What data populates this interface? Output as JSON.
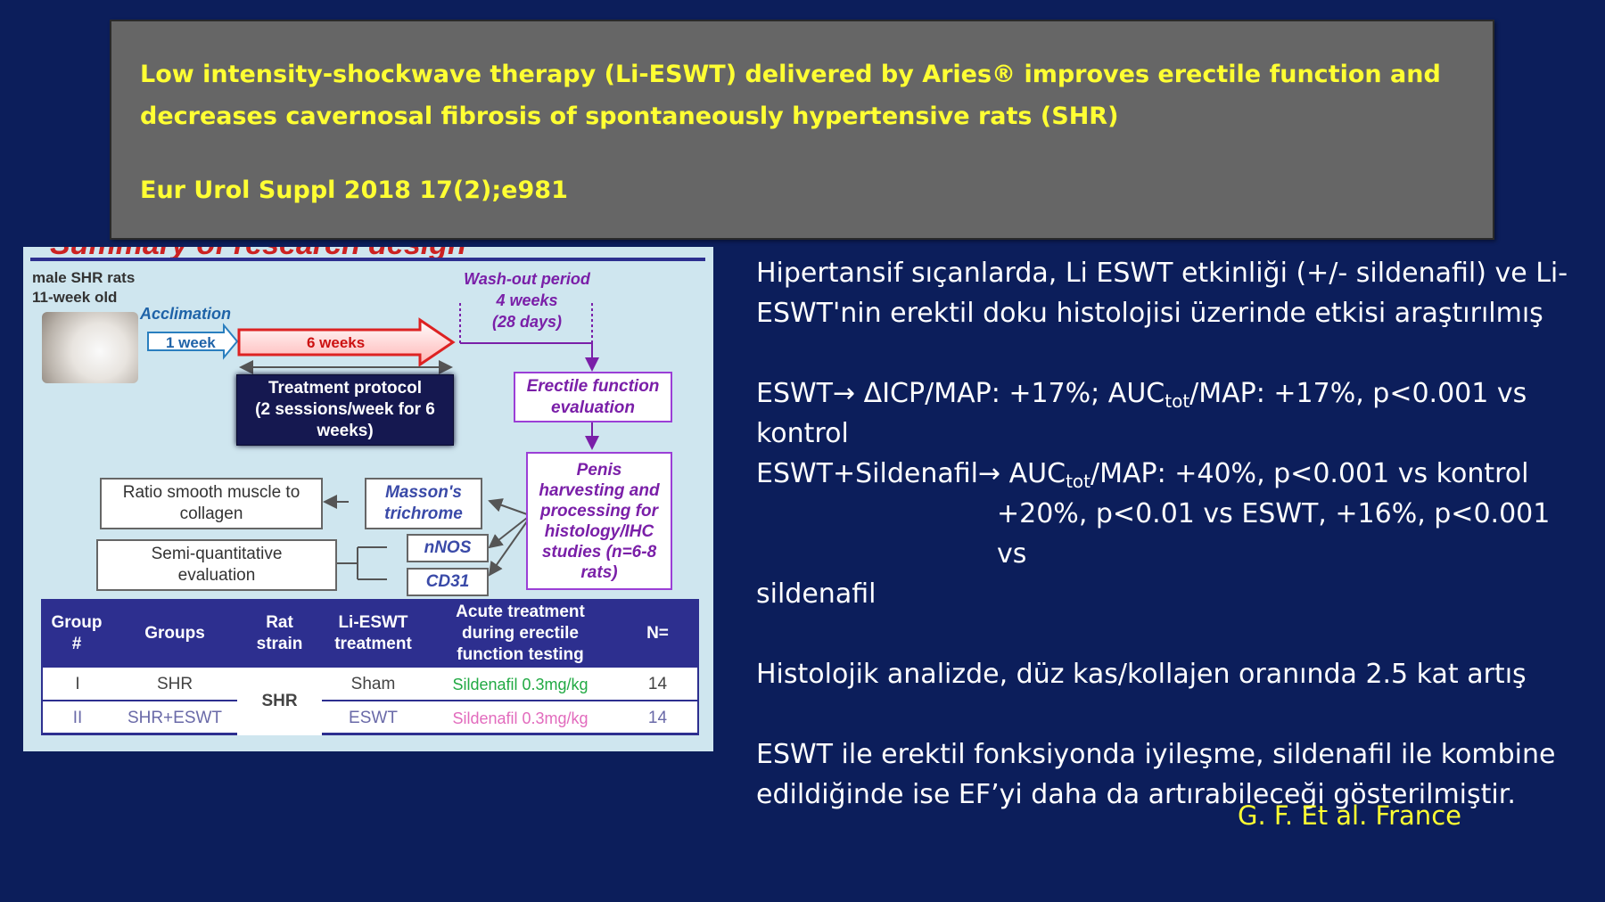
{
  "header": {
    "title": "Low intensity-shockwave therapy (Li-ESWT) delivered by Aries® improves erectile function and decreases cavernosal fibrosis of spontaneously hypertensive rats (SHR)",
    "citation": "Eur Urol Suppl 2018 17(2);e981"
  },
  "figure": {
    "banner_title": "Summary of research design",
    "subjects": "male SHR rats\n11-week old",
    "acclimation": "Acclimation",
    "week1": "1 week",
    "week6": "6 weeks",
    "washout": "Wash-out period\n4 weeks\n(28 days)",
    "treatment_protocol": "Treatment protocol\n(2 sessions/week for 6\nweeks)",
    "erectile_eval": "Erectile function\nevaluation",
    "penis_harvest": "Penis\nharvesting and\nprocessing for\nhistology/IHC\nstudies (n=6-8\nrats)",
    "ratio_smooth": "Ratio smooth muscle to\ncollagen",
    "massons": "Masson's\ntrichrome",
    "nnos": "nNOS",
    "cd31": "CD31",
    "semi_quant": "Semi-quantitative\nevaluation",
    "table": {
      "headers": [
        "Group\n#",
        "Groups",
        "Rat\nstrain",
        "Li-ESWT\ntreatment",
        "Acute treatment\nduring erectile\nfunction testing",
        "N="
      ],
      "rows": [
        {
          "group": "I",
          "groups": "SHR",
          "treatment": "Sham",
          "acute": "Sildenafil 0.3mg/kg",
          "n": "14"
        },
        {
          "group": "II",
          "groups": "SHR+ESWT",
          "treatment": "ESWT",
          "acute": "Sildenafil 0.3mg/kg",
          "n": "14"
        }
      ],
      "strain": "SHR"
    }
  },
  "body": {
    "p1": "Hipertansif sıçanlarda, Li ESWT etkinliği (+/- sildenafil) ve Li-ESWT'nin erektil doku histolojisi üzerinde etkisi araştırılmış",
    "l2a": "ESWT",
    "l2b": " ΔICP/MAP: +17%; AUC",
    "l2c": "tot",
    "l2d": "/MAP: +17%, p<0.001 vs kontrol",
    "l3a": "ESWT+Sildenafil",
    "l3b": " AUC",
    "l3c": "tot",
    "l3d": "/MAP: +40%, p<0.001 vs kontrol",
    "l4": "+20%, p<0.01 vs ESWT, +16%, p<0.001 vs",
    "l5": "sildenafil",
    "p3": "Histolojik analizde, düz kas/kollajen oranında 2.5 kat artış",
    "p4": "ESWT ile erektil fonksiyonda iyileşme, sildenafil ile kombine edildiğinde ise EF’yi daha da artırabileceği gösterilmiştir.",
    "arrow": "→",
    "author": "G. F. Et al. France"
  },
  "colors": {
    "background": "#0c1e5b",
    "title_box": "#666666",
    "accent_yellow": "#ffff33",
    "table_header": "#2d2f8f",
    "purple": "#7a1fa8"
  }
}
